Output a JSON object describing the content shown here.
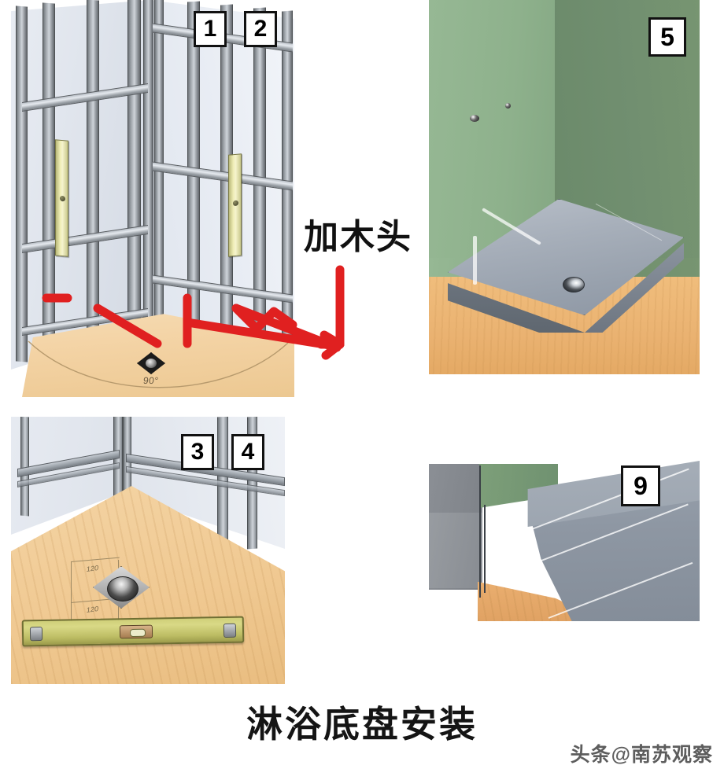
{
  "document": {
    "caption": "淋浴底盘安装",
    "watermark": "头条@南苏观察",
    "background_color": "#ffffff",
    "annotation_color": "#e02020"
  },
  "annotations": {
    "add_wood_label": "加木头",
    "angle_label": "90°"
  },
  "panels": [
    {
      "id": "framing",
      "step_numbers": [
        "1",
        "2"
      ],
      "description": "Corner metal stud framing with timber blocking and shower tray footprint on wood floor",
      "colors": {
        "stud": "#9ba1a7",
        "wall_panel": "#e3e8ef",
        "timber": "#eeecb4",
        "floor": "#f3d2a3"
      }
    },
    {
      "id": "tray",
      "step_numbers": [
        "5"
      ],
      "description": "Green tiled corner walls with grey shower base set on wood floor",
      "colors": {
        "wall_left": "#8eb18c",
        "wall_right": "#6d8b6c",
        "tray": "#a7afba",
        "floor": "#eab271"
      }
    },
    {
      "id": "floor-drain",
      "step_numbers": [
        "3",
        "4"
      ],
      "description": "Wood sub-floor with square floor drain, dimension marks and a spirit level",
      "colors": {
        "floor": "#f0c992",
        "drain": "#8c8c8c",
        "level": "#d9d986"
      }
    },
    {
      "id": "edge-detail",
      "step_numbers": [
        "9"
      ],
      "description": "Close-up cross-section of the shower base upstand edge against the wall",
      "colors": {
        "tray": "#8e97a3",
        "wall": "#7c8086",
        "green": "#739371",
        "floor": "#e0a263"
      }
    }
  ],
  "number_boxes": [
    {
      "label": "1",
      "panel": "framing"
    },
    {
      "label": "2",
      "panel": "framing"
    },
    {
      "label": "5",
      "panel": "tray"
    },
    {
      "label": "3",
      "panel": "floor-drain"
    },
    {
      "label": "4",
      "panel": "floor-drain"
    },
    {
      "label": "9",
      "panel": "edge-detail"
    }
  ],
  "dimensions": {
    "drain_offset_a": "120",
    "drain_offset_b": "120"
  }
}
